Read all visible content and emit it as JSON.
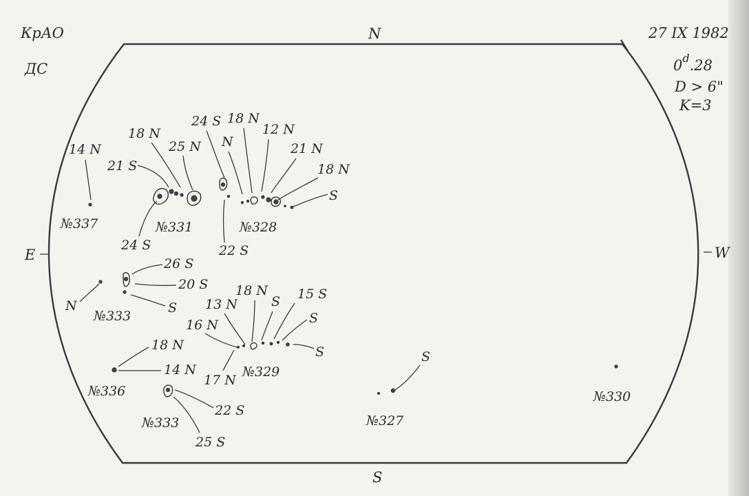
{
  "header": {
    "observatory": "КрАО",
    "method": "ДС",
    "date": "27 IX 1982",
    "day_fraction": "0d.28",
    "day_fraction_base": "0",
    "day_fraction_sup": "d",
    "day_fraction_rest": ".28",
    "diameter": "D > 6\"",
    "coefficient": "K=3"
  },
  "compass": {
    "north": "N",
    "south": "S",
    "east": "E",
    "west": "W"
  },
  "groups": [
    {
      "number": "№337",
      "labels": [
        "14 N"
      ]
    },
    {
      "number": "№331",
      "labels": [
        "18 N",
        "21 S",
        "25 N",
        "24 S"
      ]
    },
    {
      "number": "№328",
      "labels": [
        "24 S",
        "18 N",
        "N",
        "12 N",
        "21 N",
        "18 N",
        "S",
        "22 S"
      ]
    },
    {
      "number": "№333",
      "labels": [
        "26 S",
        "20 S",
        "S",
        "N"
      ]
    },
    {
      "number": "№329",
      "labels": [
        "13 N",
        "18 N",
        "S",
        "15 S",
        "S",
        "16 N",
        "S",
        "17 N"
      ]
    },
    {
      "number": "№336",
      "labels": [
        "18 N",
        "14 N"
      ]
    },
    {
      "number": "№333",
      "labels": [
        "22 S",
        "25 S"
      ]
    },
    {
      "number": "№327",
      "labels": [
        "S"
      ]
    },
    {
      "number": "№330",
      "labels": []
    }
  ]
}
